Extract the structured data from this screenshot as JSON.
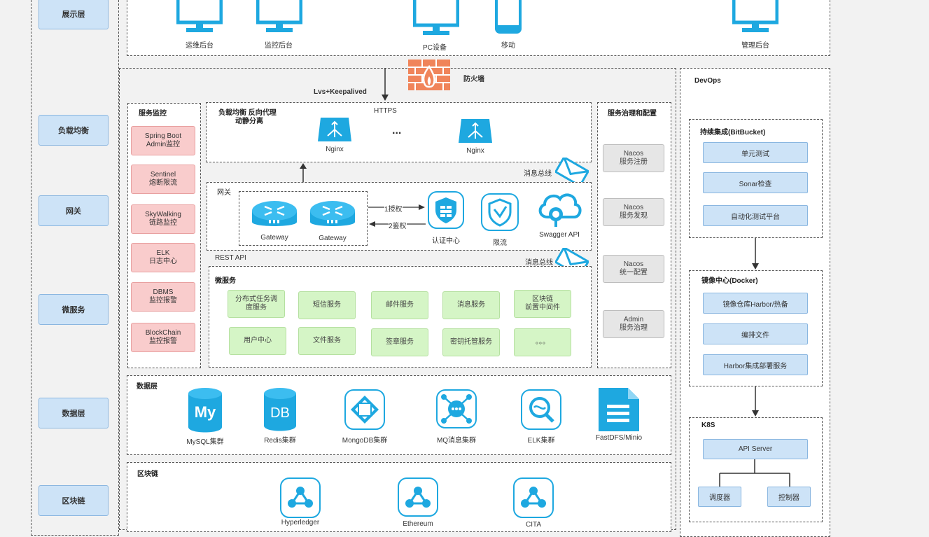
{
  "layers": {
    "display": "展示层",
    "load_balance": "负载均衡",
    "gateway": "网关",
    "microservice": "微服务",
    "data": "数据层",
    "blockchain": "区块链"
  },
  "display_devices": [
    "运维后台",
    "监控后台",
    "PC设备",
    "移动",
    "管理后台"
  ],
  "firewall": "防火墙",
  "lvs": "Lvs+Keepalived",
  "monitor": {
    "title": "服务监控",
    "items": [
      "Spring Boot\nAdmin监控",
      "Sentinel\n熔断限流",
      "SkyWalking\n链路监控",
      "ELK\n日志中心",
      "DBMS\n监控报警",
      "BlockChain\n监控报警"
    ]
  },
  "load_balancer": {
    "title_line1": "负载均衡 反向代理",
    "title_line2": "动静分离",
    "protocol": "HTTPS",
    "nodes": [
      "Nginx",
      "Nginx"
    ],
    "ellipsis": "..."
  },
  "message_bus": "消息总线",
  "gateway_box": {
    "title": "网关",
    "gateways": [
      "Gateway",
      "Gateway"
    ],
    "auth_label": "1授权",
    "verify_label": "2鉴权",
    "components": [
      "认证中心",
      "限流",
      "Swagger API"
    ]
  },
  "rest_api": "REST API",
  "microservices": {
    "title": "微服务",
    "row1": [
      "分布式任务调\n度服务",
      "短信服务",
      "邮件服务",
      "消息服务",
      "区块链\n前置中间件"
    ],
    "row2": [
      "用户中心",
      "文件服务",
      "签章服务",
      "密钥托管服务",
      "。。。"
    ]
  },
  "governance": {
    "title": "服务治理和配置",
    "items": [
      "Nacos\n服务注册",
      "Nacos\n服务发现",
      "Nacos\n统一配置",
      "Admin\n服务治理"
    ]
  },
  "data_layer": {
    "title": "数据层",
    "icons": [
      "My",
      "DB"
    ],
    "items": [
      "MySQL集群",
      "Redis集群",
      "MongoDB集群",
      "MQ消息集群",
      "ELK集群",
      "FastDFS/Minio"
    ]
  },
  "blockchain_layer": {
    "title": "区块链",
    "items": [
      "Hyperledger",
      "Ethereum",
      "CITA"
    ]
  },
  "devops": {
    "title": "DevOps",
    "ci": {
      "title": "持续集成(BitBucket)",
      "items": [
        "单元测试",
        "Sonar检查",
        "自动化测试平台"
      ]
    },
    "registry": {
      "title": "镜像中心(Docker)",
      "items": [
        "镜像仓库Harbor/热备",
        "编排文件",
        "Harbor集成部署服务"
      ]
    },
    "k8s": {
      "title": "K8S",
      "api": "API Server",
      "scheduler": "调度器",
      "controller": "控制器"
    }
  },
  "colors": {
    "accent": "#1ea8e0",
    "pink": "#f9cccc",
    "green": "#d5f5c6",
    "blue": "#cde3f7",
    "gray": "#e6e6e6"
  }
}
